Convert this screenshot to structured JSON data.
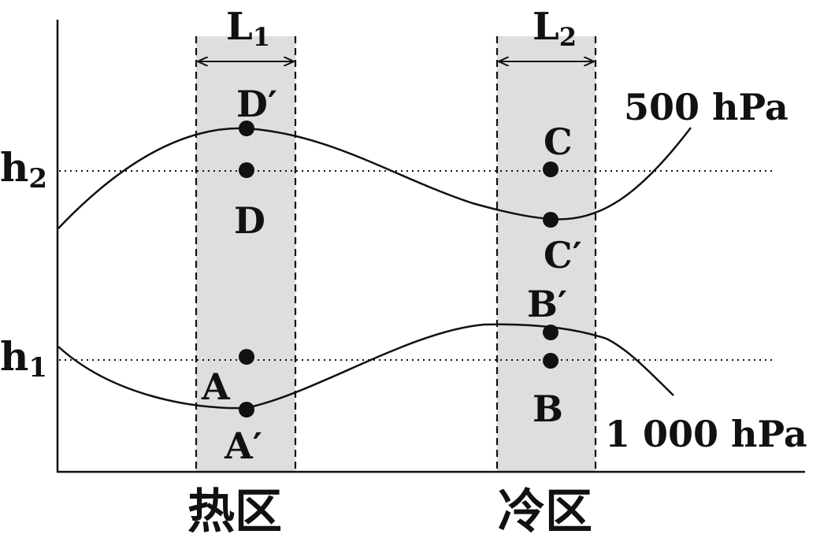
{
  "heights": {
    "h2": {
      "base": "h",
      "sub": "2"
    },
    "h1": {
      "base": "h",
      "sub": "1"
    }
  },
  "isobars": {
    "upper": "500 hPa",
    "lower": "1 000 hPa"
  },
  "zones": {
    "hot": {
      "name": "热区",
      "width": {
        "base": "L",
        "sub": "1"
      }
    },
    "cold": {
      "name": "冷区",
      "width": {
        "base": "L",
        "sub": "2"
      }
    }
  },
  "points": {
    "D_prime": "D′",
    "D": "D",
    "A": "A",
    "A_prime": "A′",
    "C": "C",
    "C_prime": "C′",
    "B_prime": "B′",
    "B": "B"
  },
  "colors": {
    "zone_fill": "#dedede",
    "line": "#111111"
  }
}
